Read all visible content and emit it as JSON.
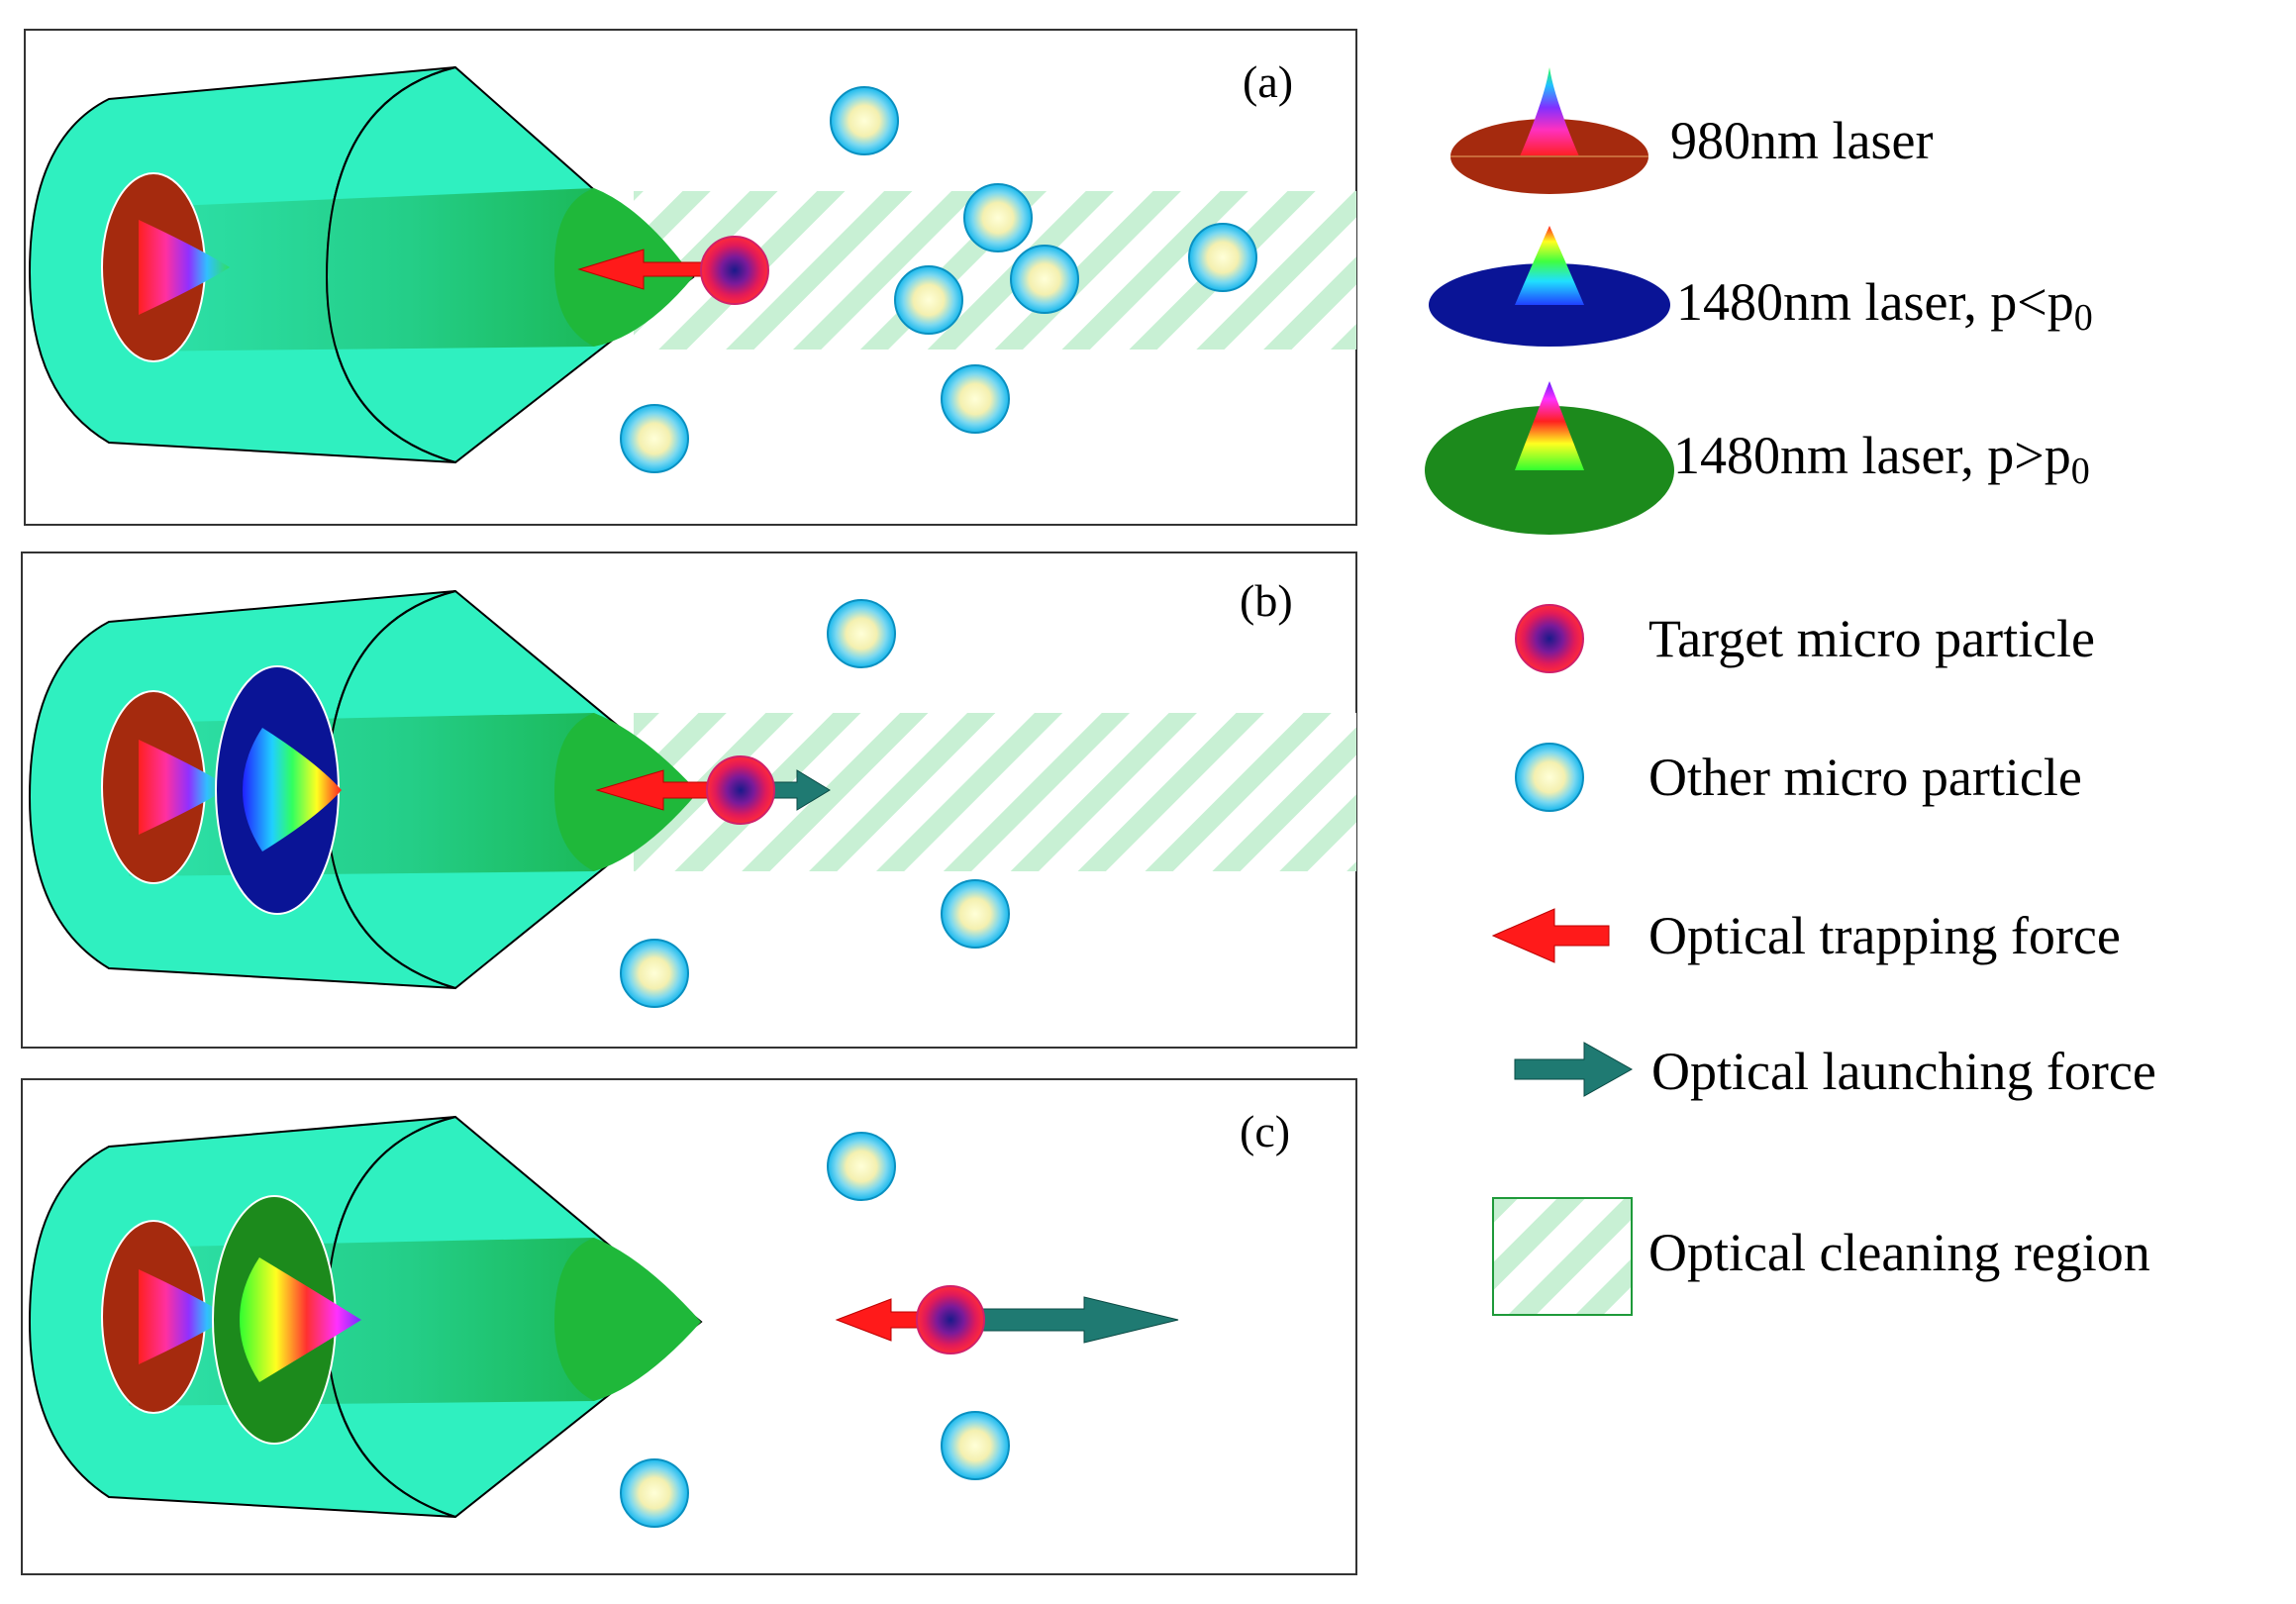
{
  "panels": [
    {
      "label": "(a)"
    },
    {
      "label": "(b)"
    },
    {
      "label": "(c)"
    }
  ],
  "legend": {
    "laser_980": "980nm laser",
    "laser_1480_low_main": "1480nm laser, p<p",
    "laser_1480_low_sub": "0",
    "laser_1480_high_main": "1480nm laser, p>p",
    "laser_1480_high_sub": "0",
    "target_particle": "Target micro particle",
    "other_particle": "Other micro particle",
    "trapping_force": "Optical trapping force",
    "launching_force": "Optical launching force",
    "cleaning_region": "Optical cleaning region"
  },
  "colors": {
    "fiber": "#2ff0c0",
    "core": "#1fc07a",
    "tip": "#22bb33",
    "laser_980": "#a52a0e",
    "laser_1480_low": "#0a1496",
    "laser_1480_high": "#1c8a1c",
    "trapping_arrow": "#ff1a1a",
    "launching_arrow": "#1f7a72",
    "cleaning_stripe": "#c8f0d4"
  }
}
